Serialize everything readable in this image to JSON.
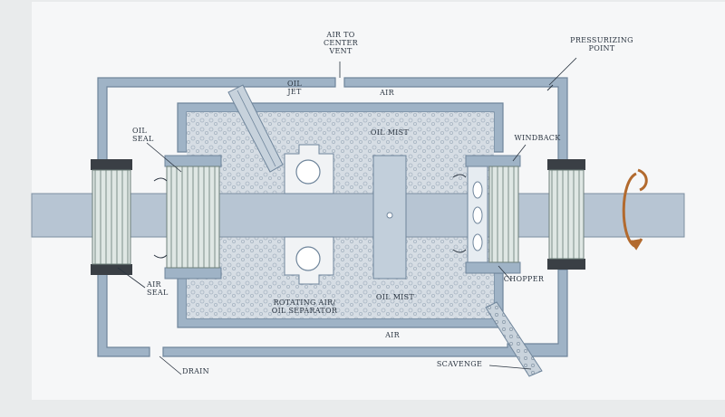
{
  "diagram": {
    "labels": {
      "air_to_center_vent": "AIR TO\nCENTER\nVENT",
      "pressurizing_point": "PRESSURIZING\nPOINT",
      "oil_jet": "OIL\nJET",
      "air_top": "AIR",
      "oil_mist_top": "OIL MIST",
      "windback": "WINDBACK",
      "oil_seal": "OIL\nSEAL",
      "air_seal": "AIR\nSEAL",
      "rotating_separator": "ROTATING AIR/\nOIL SEPARATOR",
      "oil_mist_bottom": "OIL MIST",
      "chopper": "CHOPPER",
      "air_bottom": "AIR",
      "scavenge": "SCAVENGE",
      "drain": "DRAIN"
    },
    "colors": {
      "background": "#e9ebec",
      "paper": "#f6f7f8",
      "housing": "#9fb3c6",
      "housing_dark": "#6f859b",
      "oil_mist": "#d6dde4",
      "shaft": "#b7c5d3",
      "seal_band": "#3a3f45",
      "rotation_arrow": "#b26a2e"
    }
  }
}
